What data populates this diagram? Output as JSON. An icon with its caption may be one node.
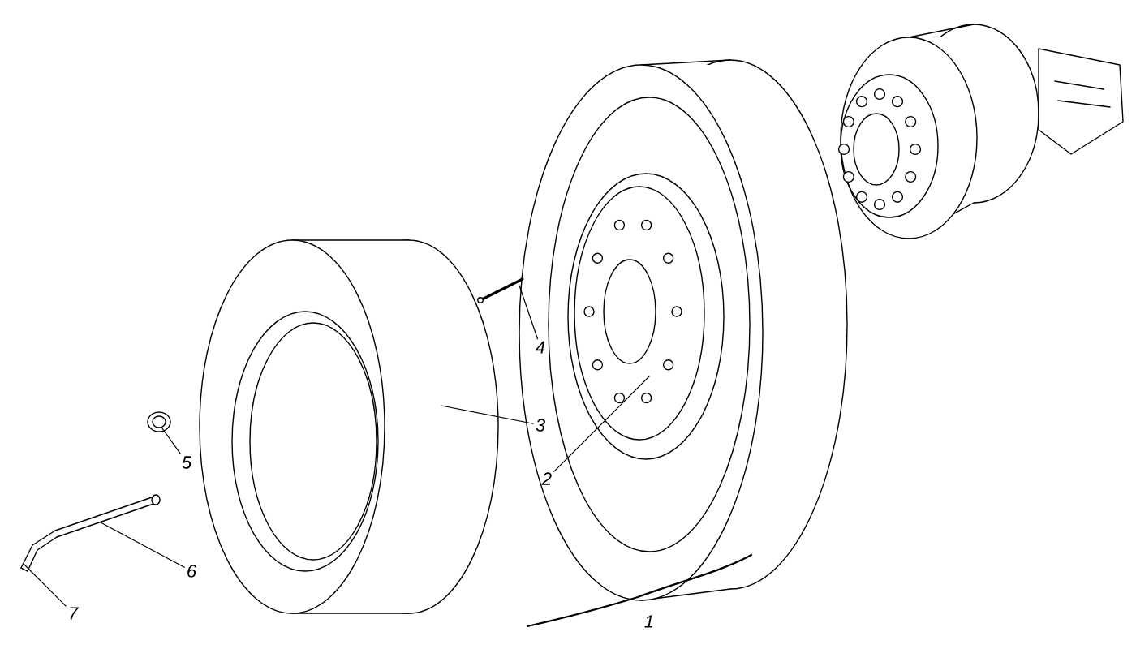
{
  "diagram": {
    "nodes": [
      {
        "text": [
          "2"
        ]
      },
      {
        "text": [],
        "shape": "picture"
      },
      {
        "text": [
          "3"
        ]
      },
      {
        "text": [],
        "shape": "picture"
      },
      {
        "text": [
          "4"
        ]
      },
      {
        "text": [],
        "shape": "picture"
      },
      {
        "text": [
          "5"
        ]
      },
      {
        "text": [],
        "shape": "picture"
      },
      {
        "text": [
          "6"
        ]
      },
      {
        "text": [],
        "shape": "picture"
      },
      {
        "text": [
          "7"
        ]
      },
      {
        "text": [],
        "shape": "picture"
      }
    ],
    "edges": [
      {
        "from": 0,
        "to": 1,
        "arrow": "none"
      },
      {
        "from": 2,
        "to": 3,
        "arrow": "none"
      },
      {
        "from": 4,
        "to": 5,
        "arrow": "none"
      },
      {
        "from": 6,
        "to": 7,
        "arrow": "none"
      },
      {
        "from": 8,
        "to": 9,
        "arrow": "none"
      },
      {
        "from": 10,
        "to": 11,
        "arrow": "none"
      }
    ],
    "labels": [
      "1"
    ]
  }
}
